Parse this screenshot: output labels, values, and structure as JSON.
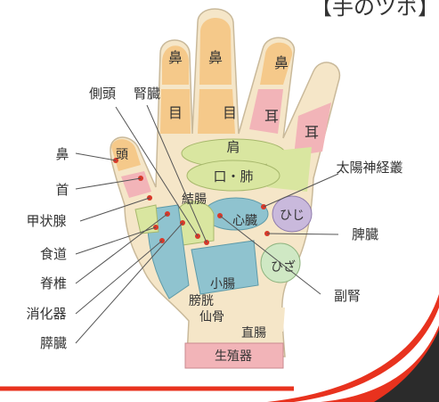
{
  "header": {
    "title": "【手のツボ】"
  },
  "fingers": {
    "thumb": "頭",
    "index": [
      "鼻",
      "目"
    ],
    "middle": [
      "鼻",
      "目"
    ],
    "ring": [
      "鼻",
      "耳"
    ],
    "little": "耳"
  },
  "palm": {
    "shoulder": "肩",
    "mouth_lung": "口・肺",
    "heart": "心臓",
    "elbow": "ひじ",
    "knee": "ひざ",
    "large_intestine": "結腸",
    "small_intestine": "小腸",
    "bladder": "膀胱",
    "sacrum": "仙骨",
    "rectum": "直腸",
    "reproductive": "生殖器"
  },
  "callouts": {
    "left": [
      "鼻",
      "首",
      "甲状腺",
      "食道",
      "脊椎",
      "消化器",
      "膵臓"
    ],
    "top": [
      "側頭",
      "腎臓"
    ],
    "right": [
      "太陽神経叢",
      "脾臓",
      "副腎"
    ]
  },
  "colors": {
    "skin": "#f5e6c8",
    "orange": "#f5c98a",
    "pink": "#f2b4b8",
    "green": "#d9e6a0",
    "blue": "#8fc3cf",
    "lavender": "#c9b9dc",
    "mint": "#cfe8c4",
    "accent_red": "#e8321e",
    "dark": "#2b2b2b"
  }
}
